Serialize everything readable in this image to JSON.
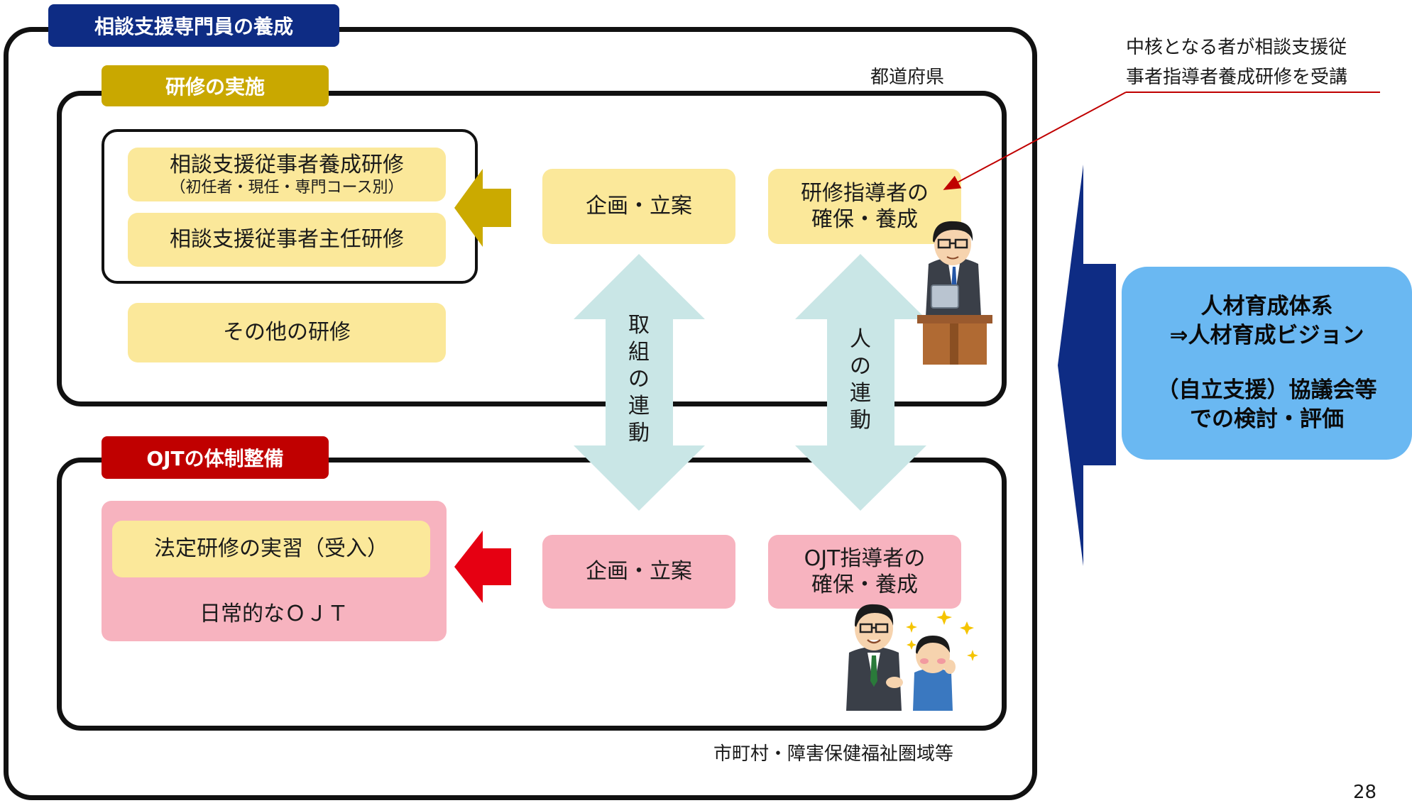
{
  "header": {
    "title": "相談支援専門員の養成"
  },
  "prefecture_label": "都道府県",
  "municipality_label": "市町村・障害保健福祉圏域等",
  "training": {
    "tag": "研修の実施",
    "course1_title": "相談支援従事者養成研修",
    "course1_sub": "（初任者・現任・専門コース別）",
    "course2": "相談支援従事者主任研修",
    "other": "その他の研修",
    "plan": "企画・立案",
    "instructor_line1": "研修指導者の",
    "instructor_line2": "確保・養成"
  },
  "ojt": {
    "tag": "OJTの体制整備",
    "practicum": "法定研修の実習（受入）",
    "daily": "日常的なＯＪＴ",
    "plan": "企画・立案",
    "instructor_line1": "OJT指導者の",
    "instructor_line2": "確保・養成"
  },
  "links": {
    "effort_chars": [
      "取",
      "組",
      "の",
      "連",
      "動"
    ],
    "people_chars": [
      "人",
      "の",
      "連",
      "動"
    ]
  },
  "annotation": {
    "line1": "中核となる者が相談支援従",
    "line2": "事者指導者養成研修を受講"
  },
  "side": {
    "line1": "人材育成体系",
    "line2": "⇒人材育成ビジョン",
    "line3": "（自立支援）協議会等",
    "line4": "での検討・評価"
  },
  "page_number": "28",
  "colors": {
    "header_navy": "#0e2c84",
    "training_gold": "#c9a800",
    "ojt_red": "#c00000",
    "yellow_box": "#fbe89a",
    "pink_box": "#f7b3bf",
    "link_arrow": "#c9e6e6",
    "side_blue": "#6ab8f2",
    "side_arrow": "#0e2c84"
  }
}
